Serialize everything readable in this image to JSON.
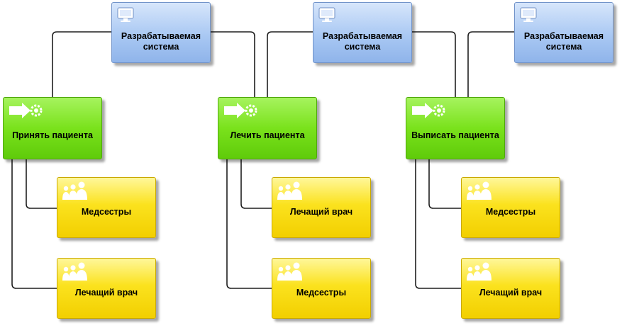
{
  "diagram": {
    "systems": [
      {
        "label": "Разрабатываемая система",
        "icon": "monitor-icon"
      },
      {
        "label": "Разрабатываемая система",
        "icon": "monitor-icon"
      },
      {
        "label": "Разрабатываемая система",
        "icon": "monitor-icon"
      }
    ],
    "processes": [
      {
        "label": "Принять пациента",
        "icon": "process-arrow-gear-icon"
      },
      {
        "label": "Лечить пациента",
        "icon": "process-arrow-gear-icon"
      },
      {
        "label": "Выписать пациента",
        "icon": "process-arrow-gear-icon"
      }
    ],
    "roles": [
      [
        {
          "label": "Медсестры",
          "icon": "people-group-icon"
        },
        {
          "label": "Лечащий врач",
          "icon": "people-group-icon"
        }
      ],
      [
        {
          "label": "Лечащий врач",
          "icon": "people-group-icon"
        },
        {
          "label": "Медсестры",
          "icon": "people-group-icon"
        }
      ],
      [
        {
          "label": "Медсестры",
          "icon": "people-group-icon"
        },
        {
          "label": "Лечащий врач",
          "icon": "people-group-icon"
        }
      ]
    ],
    "colors": {
      "system": "#a9c8f3",
      "process": "#7ae21c",
      "role": "#fbe21e",
      "connector": "#1f1f1f"
    }
  }
}
